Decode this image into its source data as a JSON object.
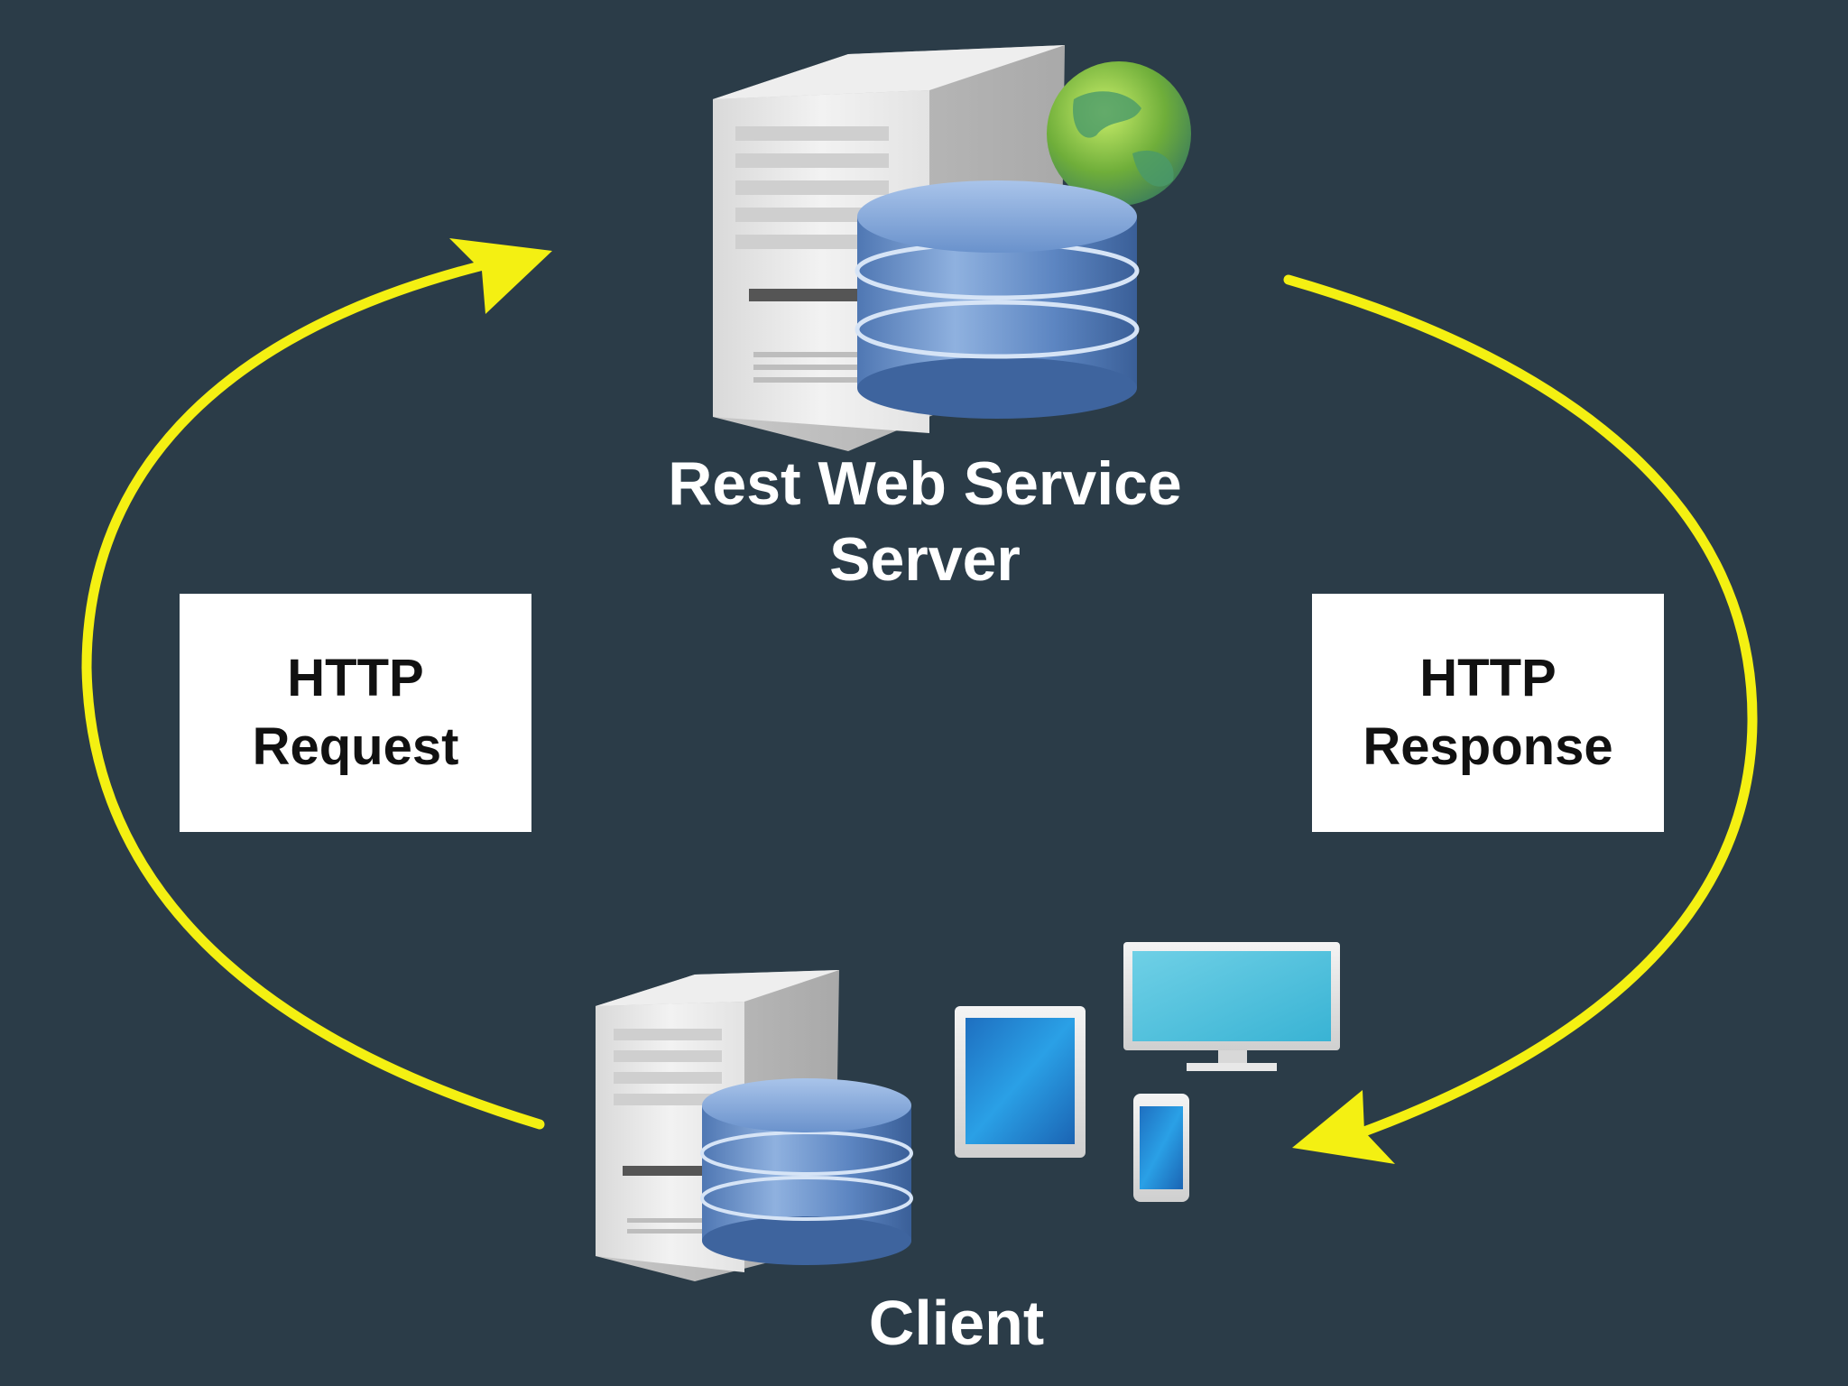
{
  "server": {
    "title_line1": "Rest Web Service",
    "title_line2": "Server"
  },
  "client": {
    "title": "Client"
  },
  "request_label": {
    "line1": "HTTP",
    "line2": "Request"
  },
  "response_label": {
    "line1": "HTTP",
    "line2": "Response"
  },
  "colors": {
    "background": "#2b3c48",
    "arrow": "#f4f012",
    "label_box": "#ffffff",
    "text_light": "#ffffff",
    "text_dark": "#111111"
  },
  "icons": [
    "server-tower-icon",
    "database-icon",
    "globe-icon",
    "tablet-icon",
    "monitor-icon",
    "smartphone-icon"
  ]
}
